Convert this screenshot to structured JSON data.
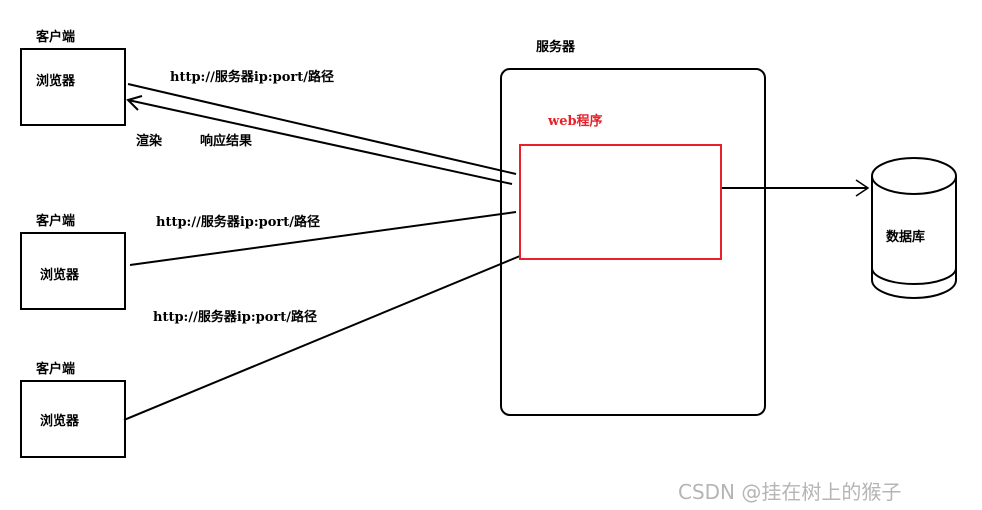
{
  "clients": [
    {
      "title": "客户端",
      "browser": "浏览器"
    },
    {
      "title": "客户端",
      "browser": "浏览器"
    },
    {
      "title": "客户端",
      "browser": "浏览器"
    }
  ],
  "server": {
    "title": "服务器",
    "program": "web程序"
  },
  "database": {
    "label": "数据库"
  },
  "requests": [
    {
      "text": "http://服务器ip:port/路径"
    },
    {
      "text": "http://服务器ip:port/路径"
    },
    {
      "text": "http://服务器ip:port/路径"
    }
  ],
  "response": {
    "render": "渲染",
    "result": "响应结果"
  },
  "watermark": "CSDN @挂在树上的猴子",
  "colors": {
    "program_border": "#e8202a",
    "program_text": "#e8202a",
    "lines": "#000000"
  }
}
